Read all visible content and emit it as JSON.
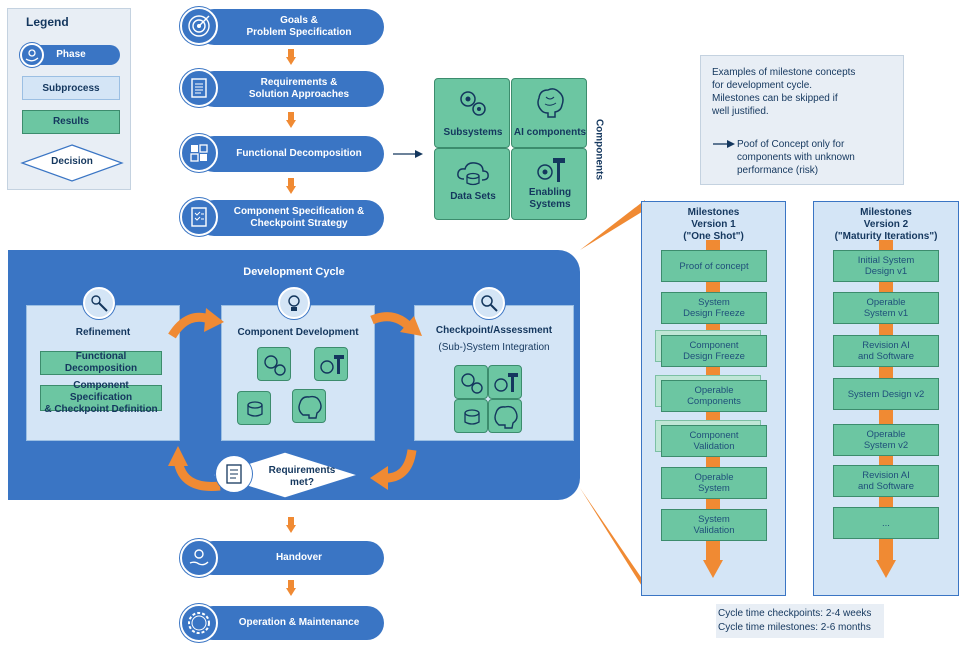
{
  "legend": {
    "title": "Legend",
    "phase": "Phase",
    "subprocess": "Subprocess",
    "results": "Results",
    "decision": "Decision"
  },
  "phases": {
    "goals": "Goals &\nProblem Specification",
    "requirements": "Requirements &\nSolution Approaches",
    "functional": "Functional Decomposition",
    "component_spec": "Component Specification &\nCheckpoint Strategy",
    "handover": "Handover",
    "operation": "Operation & Maintenance"
  },
  "components": {
    "side_label": "Components",
    "subsystems": "Subsystems",
    "ai": "AI components",
    "datasets": "Data Sets",
    "enabling": "Enabling\nSystems"
  },
  "dev_cycle": {
    "title": "Development Cycle",
    "refinement": {
      "title": "Refinement",
      "result1": "Functional\nDecomposition",
      "result2": "Component Specification\n& Checkpoint Definition"
    },
    "component_dev": {
      "title": "Component Development"
    },
    "checkpoint": {
      "title": "Checkpoint/Assessment",
      "subtitle": "(Sub-)System Integration"
    },
    "decision": "Requirements\nmet?"
  },
  "note": {
    "text": "Examples of milestone concepts\nfor development cycle.\nMilestones can be skipped if\nwell justified.",
    "arrow_text": "Poof of Concept only for\ncomponents with unknown\nperformance (risk)"
  },
  "milestones_v1": {
    "title": "Milestones\nVersion 1\n(\"One Shot\")",
    "items": [
      "Proof of concept",
      "System\nDesign Freeze",
      "Component\nDesign Freeze",
      "Operable\nComponents",
      "Component\nValidation",
      "Operable\nSystem",
      "System\nValidation"
    ]
  },
  "milestones_v2": {
    "title": "Milestones\nVersion 2\n(\"Maturity Iterations\")",
    "items": [
      "Initial System\nDesign v1",
      "Operable\nSystem v1",
      "Revision AI\nand Software",
      "System Design v2",
      "Operable\nSystem v2",
      "Revision AI\nand Software",
      "..."
    ]
  },
  "cycle_time": {
    "checkpoints": "Cycle time checkpoints: 2-4 weeks",
    "milestones": "Cycle time milestones: 2-6 months"
  },
  "colors": {
    "phase_blue": "#3a75c4",
    "subprocess_fill": "#d4e5f6",
    "results_green": "#6cc6a2",
    "arrow_orange": "#f08a33",
    "dark_navy": "#14375e"
  }
}
